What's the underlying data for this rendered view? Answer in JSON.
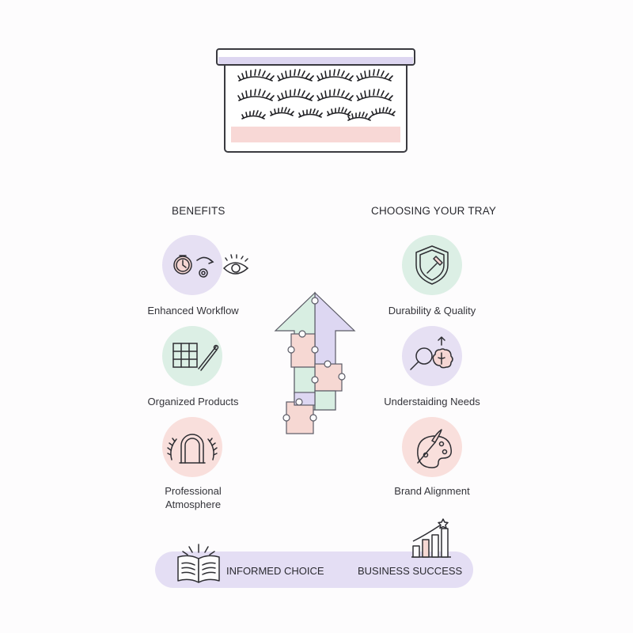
{
  "columns": {
    "left": {
      "heading": "BENEFITS",
      "items": [
        {
          "label": "Enhanced Workflow",
          "icon": "clock-eye-icon"
        },
        {
          "label": "Organized Products",
          "icon": "grid-tweezers-icon"
        },
        {
          "label_line1": "Professional",
          "label_line2": "Atmosphere",
          "icon": "arch-laurel-icon"
        }
      ]
    },
    "right": {
      "heading": "CHOOSING YOUR TRAY",
      "items": [
        {
          "label": "Durability & Quality",
          "icon": "shield-hammer-icon"
        },
        {
          "label": "Understaiding Needs",
          "icon": "magnifier-brain-icon"
        },
        {
          "label": "Brand Alignment",
          "icon": "palette-brush-icon"
        }
      ]
    }
  },
  "footer": {
    "left_label": "INFORMED CHOICE",
    "right_label": "BUSINESS SUCCESS",
    "left_icon": "open-book-icon",
    "right_icon": "growth-chart-star-icon"
  },
  "center_icon": "puzzle-arrow-icon",
  "top_image": "eyelash-tray-icon",
  "colors": {
    "purple": "#e6e0f3",
    "green": "#dcefe5",
    "pink": "#f9dfdc",
    "bar": "#e4def4"
  }
}
